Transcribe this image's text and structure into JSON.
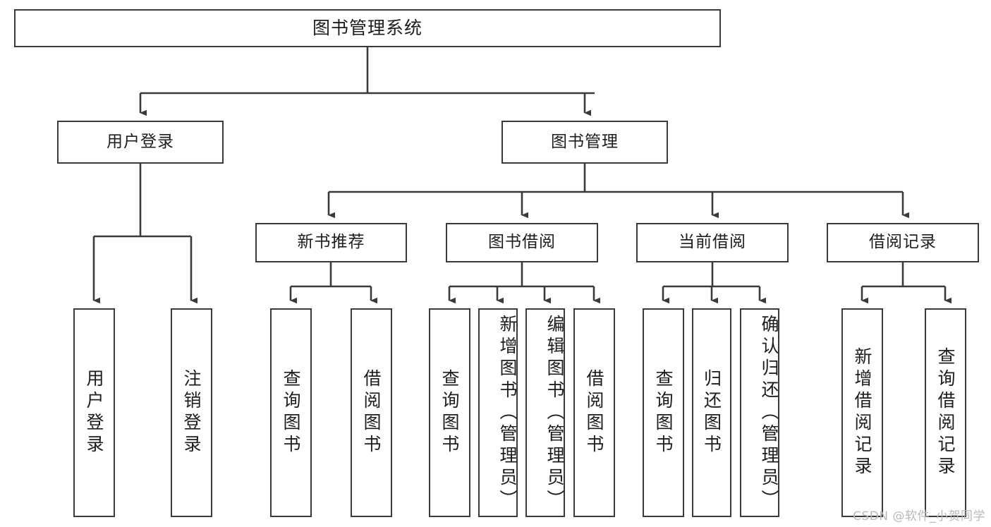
{
  "diagram": {
    "title": "图书管理系统",
    "watermark": "CSDN @软件_小贺同学",
    "colors": {
      "stroke": "#3a3a3a",
      "text": "#1d1d1d",
      "background": "#ffffff",
      "watermark": "#b9b9b9"
    },
    "root": {
      "label": "图书管理系统"
    },
    "level2": [
      {
        "label": "用户登录"
      },
      {
        "label": "图书管理"
      }
    ],
    "level3": [
      {
        "label": "新书推荐"
      },
      {
        "label": "图书借阅"
      },
      {
        "label": "当前借阅"
      },
      {
        "label": "借阅记录"
      }
    ],
    "leaves": {
      "user_login": [
        {
          "label": "用户登录"
        },
        {
          "label": "注销登录"
        }
      ],
      "new_book": [
        {
          "label": "查询图书"
        },
        {
          "label": "借阅图书"
        }
      ],
      "book_borrow": [
        {
          "label": "查询图书"
        },
        {
          "label": "新增图书（管理员）"
        },
        {
          "label": "编辑图书（管理员）"
        },
        {
          "label": "借阅图书"
        }
      ],
      "current_borrow": [
        {
          "label": "查询图书"
        },
        {
          "label": "归还图书"
        },
        {
          "label": "确认归还（管理员）"
        }
      ],
      "borrow_record": [
        {
          "label": "新增借阅记录"
        },
        {
          "label": "查询借阅记录"
        }
      ]
    }
  }
}
